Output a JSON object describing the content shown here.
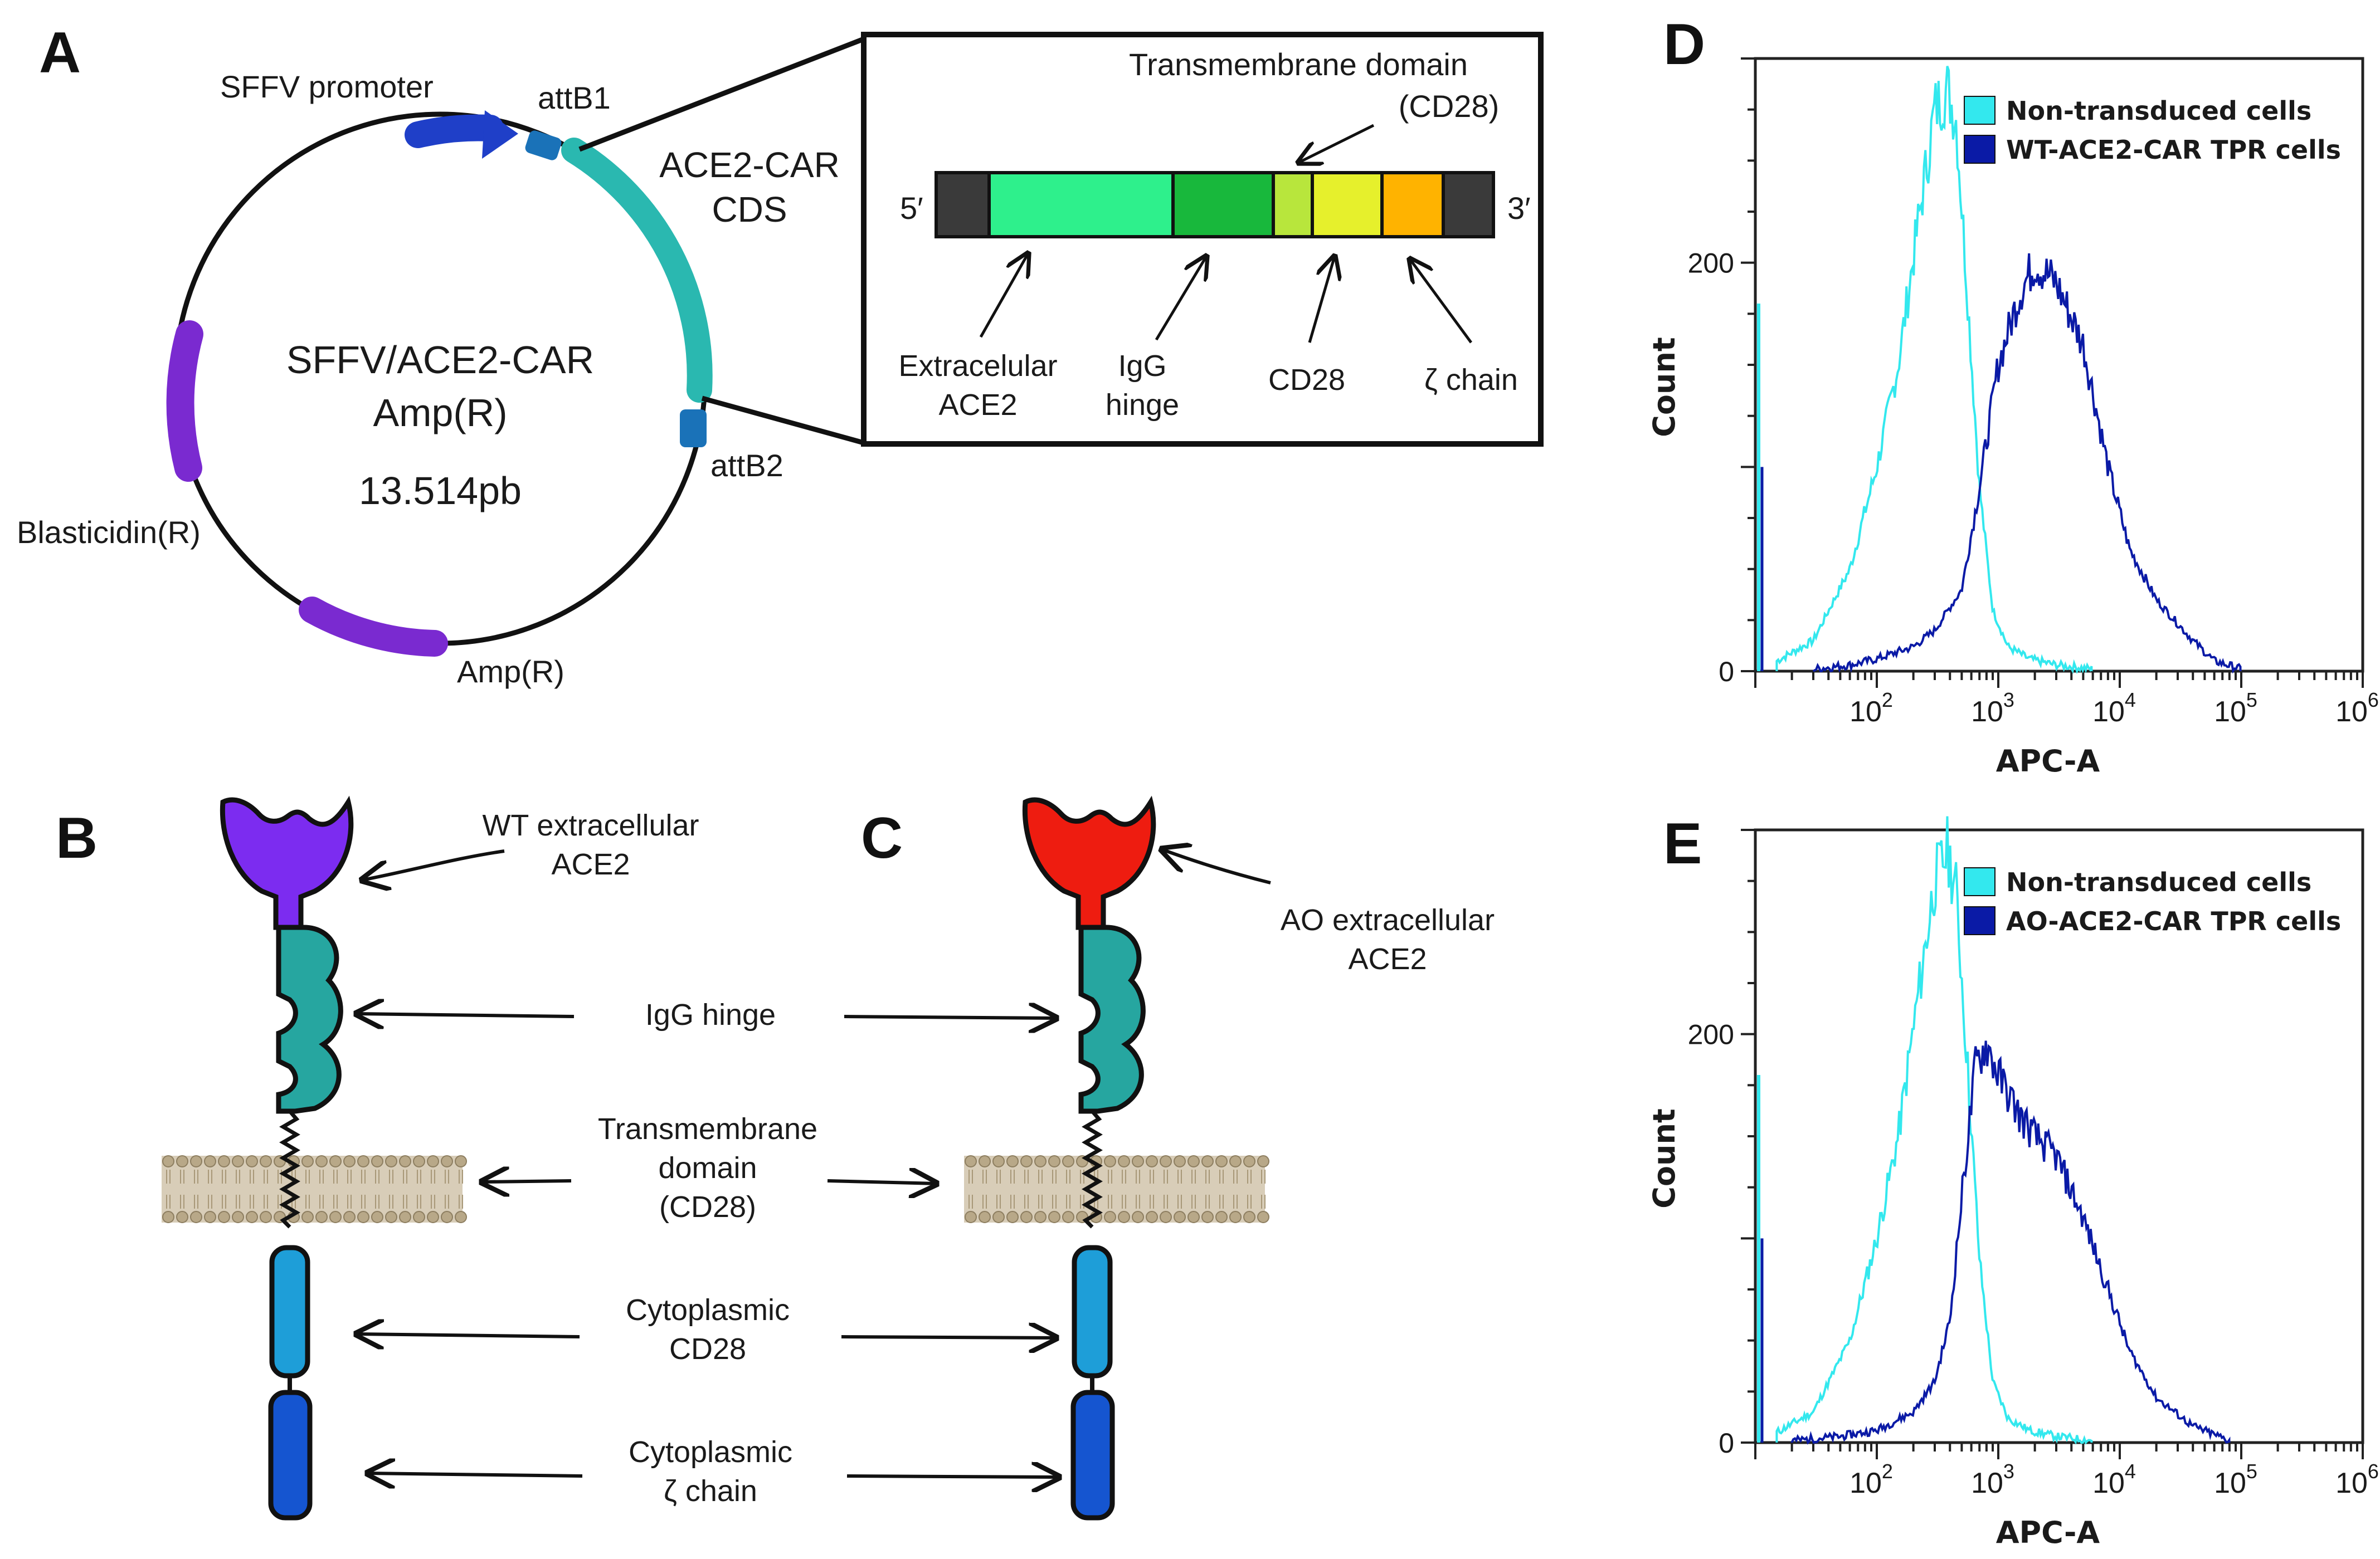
{
  "colors": {
    "ink": "#111111",
    "plasmid_promoter": "#1f3fc8",
    "plasmid_att": "#1a72b8",
    "plasmid_cds": "#2ab8b0",
    "plasmid_resistance": "#7a2ad0",
    "seg_ends": "#3a3a3a",
    "seg_extracellular": "#2ef08c",
    "seg_hinge": "#18b83c",
    "seg_tm": "#b8e63c",
    "seg_cd28": "#e6f02c",
    "seg_zeta": "#ffb300",
    "wt_head": "#7c2cf0",
    "ao_head": "#ee1c10",
    "hinge": "#26a6a0",
    "membrane": "#b8a888",
    "cyto_cd28": "#1e9ed8",
    "cyto_zeta": "#1555d0",
    "hist_nontransduced": "#33e8ee",
    "hist_transduced": "#0a1aa6"
  },
  "panel_a": {
    "letter": "A",
    "plasmid_name": "SFFV/ACE2-CAR",
    "plasmid_marker": "Amp(R)",
    "plasmid_size": "13.514pb",
    "features": {
      "promoter": "SFFV promoter",
      "att1": "attB1",
      "cds_line1": "ACE2-CAR",
      "cds_line2": "CDS",
      "att2": "attB2",
      "blasticidin": "Blasticidin(R)",
      "amp": "Amp(R)"
    },
    "cds_box": {
      "five_prime": "5′",
      "three_prime": "3′",
      "tm_label_line1": "Transmembrane domain",
      "tm_label_line2": "(CD28)",
      "extracellular_line1": "Extracelular",
      "extracellular_line2": "ACE2",
      "hinge_line1": "IgG",
      "hinge_line2": "hinge",
      "cd28": "CD28",
      "zeta": "ζ chain"
    }
  },
  "panel_b": {
    "letter": "B",
    "head_label_line1": "WT extracellular",
    "head_label_line2": "ACE2"
  },
  "panel_c": {
    "letter": "C",
    "head_label_line1": "AO extracellular",
    "head_label_line2": "ACE2"
  },
  "shared_labels": {
    "hinge": "IgG hinge",
    "tm_line1": "Transmembrane",
    "tm_line2": "domain",
    "tm_line3": "(CD28)",
    "cyto_cd28_line1": "Cytoplasmic",
    "cyto_cd28_line2": "CD28",
    "cyto_zeta_line1": "Cytoplasmic",
    "cyto_zeta_line2": "ζ chain"
  },
  "panel_d": {
    "letter": "D",
    "ylabel": "Count",
    "xlabel": "APC-A",
    "legend": [
      "Non-transduced cells",
      "WT-ACE2-CAR TPR cells"
    ]
  },
  "panel_e": {
    "letter": "E",
    "ylabel": "Count",
    "xlabel": "APC-A",
    "legend": [
      "Non-transduced cells",
      "AO-ACE2-CAR TPR cells"
    ]
  },
  "chart_data": [
    {
      "type": "line",
      "panel": "D",
      "xlabel": "APC-A",
      "ylabel": "Count",
      "x_scale": "log",
      "xlim": [
        10,
        1000000
      ],
      "ylim": [
        0,
        300
      ],
      "x_ticks": [
        "10^2",
        "10^3",
        "10^4",
        "10^5",
        "10^6"
      ],
      "y_ticks": [
        0,
        200
      ],
      "series": [
        {
          "name": "Non-transduced cells",
          "x": [
            15,
            30,
            60,
            100,
            150,
            220,
            300,
            380,
            450,
            550,
            700,
            900,
            1200,
            1800,
            3000,
            6000
          ],
          "values": [
            5,
            15,
            50,
            100,
            150,
            220,
            275,
            285,
            270,
            190,
            90,
            30,
            12,
            6,
            3,
            1
          ]
        },
        {
          "name": "WT-ACE2-CAR TPR cells",
          "x": [
            30,
            60,
            100,
            200,
            300,
            500,
            700,
            1000,
            1500,
            2000,
            3000,
            5000,
            8000,
            12000,
            20000,
            40000,
            60000,
            100000
          ],
          "values": [
            1,
            3,
            6,
            12,
            20,
            40,
            90,
            150,
            185,
            200,
            190,
            160,
            100,
            60,
            35,
            15,
            5,
            1
          ]
        }
      ]
    },
    {
      "type": "line",
      "panel": "E",
      "xlabel": "APC-A",
      "ylabel": "Count",
      "x_scale": "log",
      "xlim": [
        10,
        1000000
      ],
      "ylim": [
        0,
        300
      ],
      "x_ticks": [
        "10^2",
        "10^3",
        "10^4",
        "10^5",
        "10^6"
      ],
      "y_ticks": [
        0,
        200
      ],
      "series": [
        {
          "name": "Non-transduced cells",
          "x": [
            15,
            30,
            60,
            100,
            150,
            220,
            300,
            380,
            450,
            550,
            700,
            900,
            1200,
            1800,
            3000,
            6000
          ],
          "values": [
            5,
            15,
            50,
            100,
            150,
            220,
            275,
            290,
            270,
            190,
            90,
            30,
            12,
            6,
            3,
            1
          ]
        },
        {
          "name": "AO-ACE2-CAR TPR cells",
          "x": [
            20,
            50,
            100,
            200,
            300,
            400,
            500,
            650,
            800,
            1000,
            1500,
            2000,
            3000,
            5000,
            8000,
            12000,
            20000,
            40000,
            80000
          ],
          "values": [
            1,
            3,
            6,
            15,
            30,
            60,
            120,
            185,
            195,
            180,
            160,
            150,
            140,
            110,
            75,
            45,
            22,
            8,
            1
          ]
        }
      ]
    }
  ]
}
